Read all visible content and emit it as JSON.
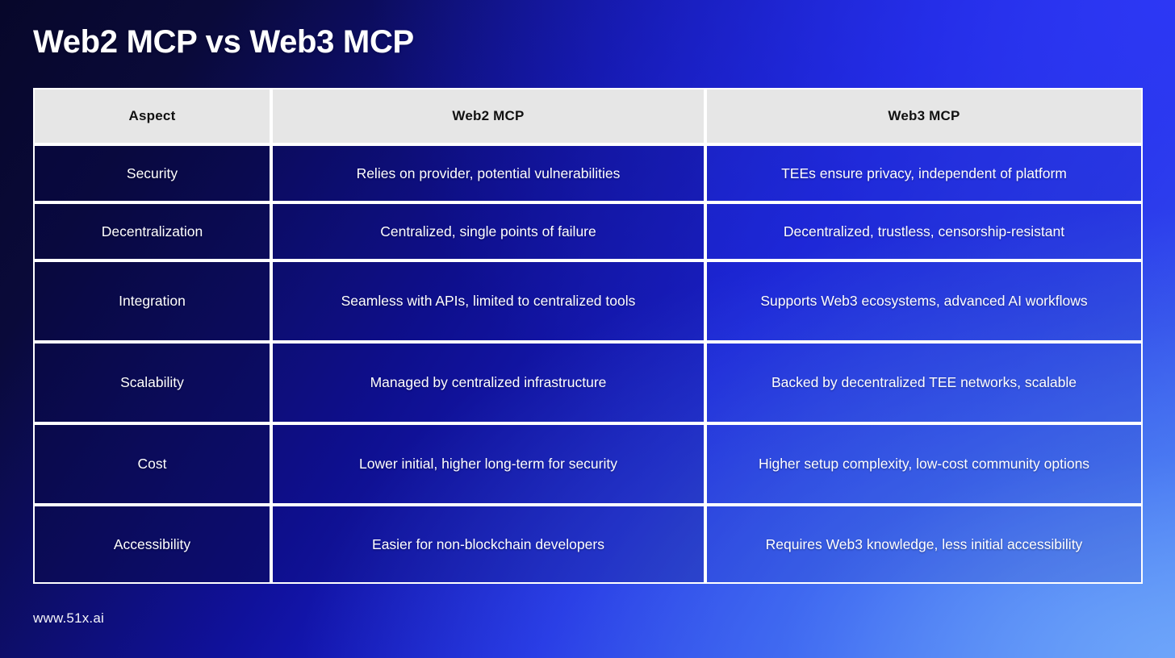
{
  "title": "Web2 MCP vs Web3 MCP",
  "footer": "www.51x.ai",
  "colors": {
    "bg_top_left": "#07072a",
    "bg_top_right": "#2a30ee",
    "bg_bottom_right": "#5b9af5",
    "header_bg": "#e6e6e6",
    "header_text": "#111111",
    "cell_text": "#ffffff",
    "border": "#ffffff"
  },
  "table": {
    "headers": [
      "Aspect",
      "Web2 MCP",
      "Web3 MCP"
    ],
    "rows": [
      {
        "aspect": "Security",
        "web2": "Relies on provider, potential vulnerabilities",
        "web3": "TEEs ensure privacy, independent of platform"
      },
      {
        "aspect": "Decentralization",
        "web2": "Centralized, single points of failure",
        "web3": "Decentralized, trustless, censorship-resistant"
      },
      {
        "aspect": "Integration",
        "web2": "Seamless with APIs, limited to centralized tools",
        "web3": "Supports Web3 ecosystems, advanced AI workflows"
      },
      {
        "aspect": "Scalability",
        "web2": "Managed by centralized infrastructure",
        "web3": "Backed by decentralized TEE networks, scalable"
      },
      {
        "aspect": "Cost",
        "web2": "Lower initial, higher long-term for security",
        "web3": "Higher setup complexity, low-cost community options"
      },
      {
        "aspect": "Accessibility",
        "web2": "Easier for non-blockchain developers",
        "web3": "Requires Web3 knowledge, less initial accessibility"
      }
    ]
  }
}
